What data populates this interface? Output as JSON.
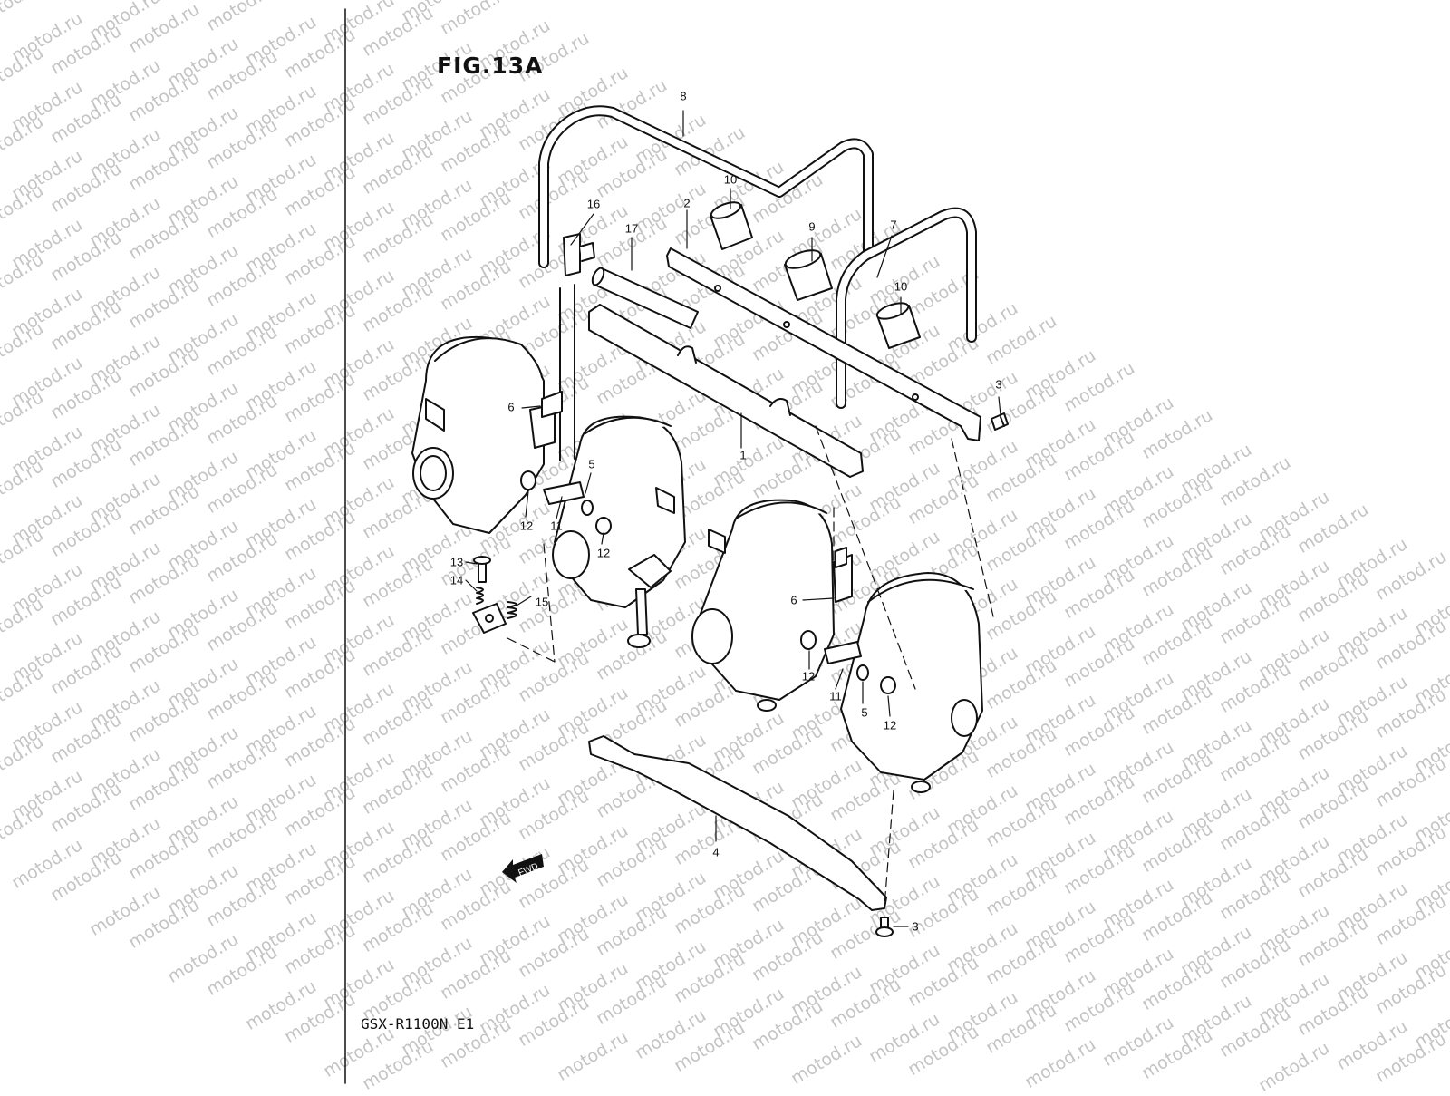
{
  "title": "FIG.13A",
  "model": "GSX-R1100N E1",
  "watermark": "motod.ru",
  "forward_marker": "FWD",
  "callouts": [
    "1",
    "2",
    "3",
    "3",
    "4",
    "5",
    "5",
    "6",
    "6",
    "7",
    "8",
    "9",
    "10",
    "10",
    "11",
    "11",
    "12",
    "12",
    "12",
    "12",
    "13",
    "14",
    "15",
    "16",
    "17"
  ],
  "colors": {
    "ink": "#111111",
    "watermark": "#c4c4c4",
    "paper": "#ffffff"
  }
}
